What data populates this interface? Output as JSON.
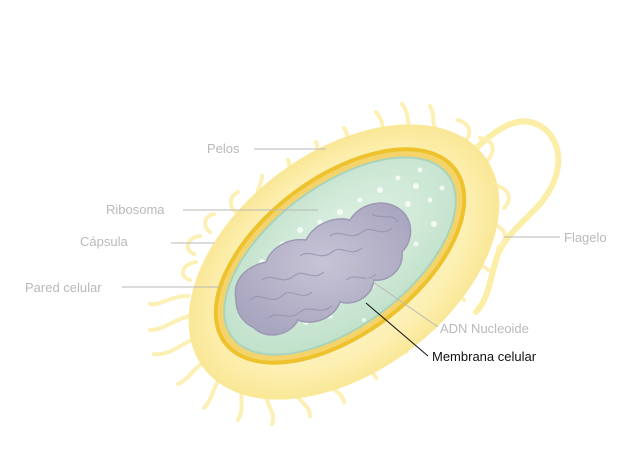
{
  "diagram": {
    "labels": {
      "pelos": "Pelos",
      "ribosoma": "Ribosoma",
      "capsula": "Cápsula",
      "pared_celular": "Pared celular",
      "flagelo": "Flagelo",
      "adn_nucleoide": "ADN Nucleoide",
      "membrana_celular": "Membrana celular"
    },
    "highlighted_label": "membrana_celular",
    "colors": {
      "capsule": "#fdf0b4",
      "cell_wall": "#f2c531",
      "cytoplasm": "#c9e6d2",
      "nucleoid": "#b5b2c9",
      "label_muted": "#b9b9b9",
      "label_active": "#111111"
    }
  }
}
